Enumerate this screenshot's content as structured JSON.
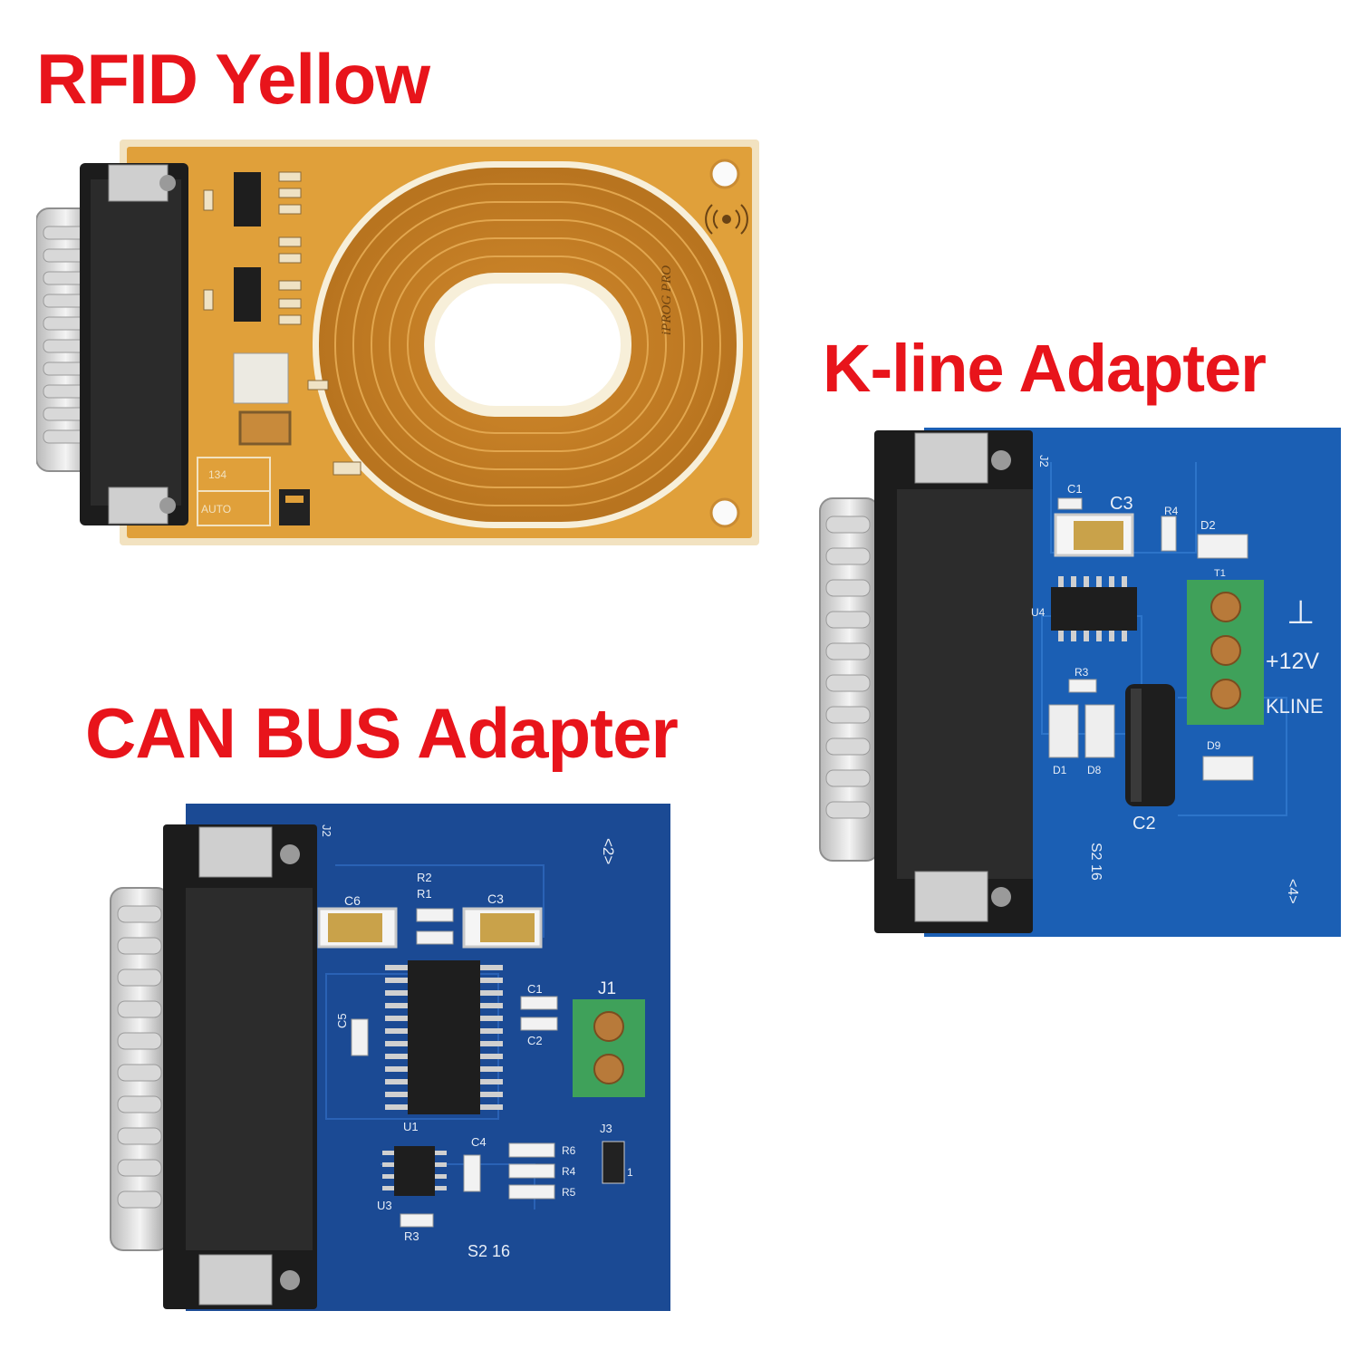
{
  "titles": {
    "rfid": "RFID Yellow",
    "kline": "K-line Adapter",
    "can": "CAN BUS Adapter"
  },
  "rfid_board": {
    "brand": "iPROG PRO",
    "mode_labels": [
      "134",
      "AUTO"
    ],
    "colors": {
      "pcb": "#e0a03a",
      "coil": "#c17a22",
      "edge": "#f2e2c0"
    }
  },
  "kline_board": {
    "silkscreen": {
      "j2": "J2",
      "c1": "C1",
      "c3": "C3",
      "r4": "R4",
      "d2": "D2",
      "u4": "U4",
      "t1": "T1",
      "r3": "R3",
      "d1": "D1",
      "d8": "D8",
      "d9": "D9",
      "c2": "C2",
      "ground": "⊥",
      "v12": "+12V",
      "kline": "KLINE",
      "code": "S2 16",
      "version": "<4>"
    },
    "colors": {
      "pcb": "#1b5fb4",
      "terminal": "#3fa15a"
    }
  },
  "can_board": {
    "silkscreen": {
      "j2": "J2",
      "version": "<2>",
      "r2": "R2",
      "r1": "R1",
      "c6": "C6",
      "c3": "C3",
      "c1": "C1",
      "c2": "C2",
      "c5": "C5",
      "j1": "J1",
      "u1": "U1",
      "c4": "C4",
      "j3": "J3",
      "r6": "R6",
      "r4": "R4",
      "r5": "R5",
      "u3": "U3",
      "r3": "R3",
      "pin1": "1",
      "code": "S2 16"
    },
    "colors": {
      "pcb": "#1b4a94",
      "terminal": "#3fa15a"
    }
  }
}
